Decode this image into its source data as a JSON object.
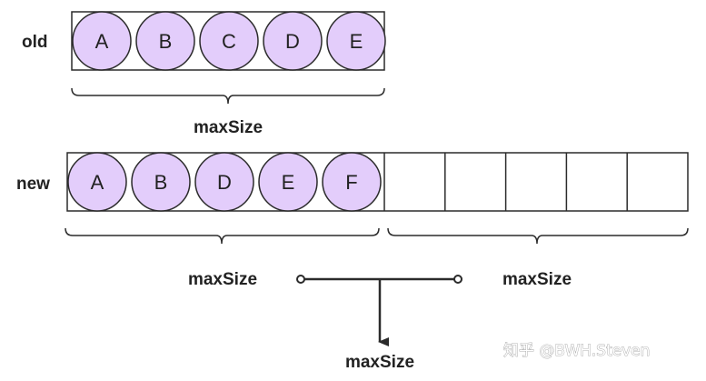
{
  "old_row": {
    "label": "old",
    "items": [
      "A",
      "B",
      "C",
      "D",
      "E"
    ],
    "capacity_label": "maxSize"
  },
  "new_row": {
    "label": "new",
    "items": [
      "A",
      "B",
      "D",
      "E",
      "F"
    ],
    "empty_slots": 5,
    "left_capacity_label": "maxSize",
    "right_capacity_label": "maxSize",
    "combined_label": "maxSize"
  },
  "colors": {
    "node_fill": "#e3cdfb",
    "node_stroke": "#2b2b2b",
    "line": "#2b2b2b"
  },
  "watermark": "知乎 @BWH.Steven"
}
